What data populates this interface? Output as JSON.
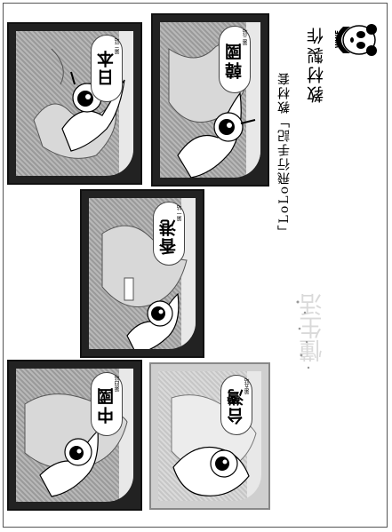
{
  "header": {
    "logo_text": "WWF",
    "title": "教材製作",
    "subtitle": "「LoLo飛行手記」教材套"
  },
  "cards": [
    {
      "title": "日本",
      "tag": "第二站"
    },
    {
      "title": "韓國",
      "tag": "第三站"
    },
    {
      "title": "香港",
      "tag": "第一站"
    },
    {
      "title": "中國",
      "tag": "第四站"
    },
    {
      "title": "台灣",
      "tag": "第五站"
    }
  ],
  "stamp": {
    "text": "懂生活"
  }
}
